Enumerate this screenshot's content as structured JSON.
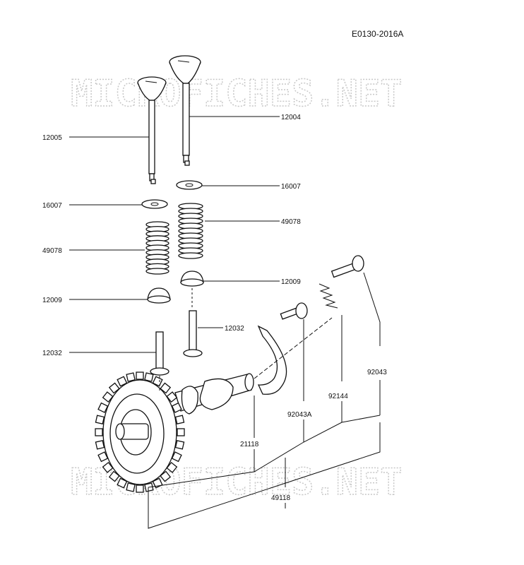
{
  "diagram_code": "E0130-2016A",
  "watermark": "MICROFICHES.NET",
  "parts": {
    "p12005": "12005",
    "p12004": "12004",
    "p16007_right": "16007",
    "p16007_left": "16007",
    "p49078_right": "49078",
    "p49078_left": "49078",
    "p12009_right": "12009",
    "p12009_left": "12009",
    "p12032_right": "12032",
    "p12032_left": "12032",
    "p92043": "92043",
    "p92144": "92144",
    "p92043A": "92043A",
    "p21118": "21118",
    "p49118": "49118"
  },
  "colors": {
    "line": "#111111",
    "watermark": "#c8c8c8",
    "background": "#ffffff"
  }
}
